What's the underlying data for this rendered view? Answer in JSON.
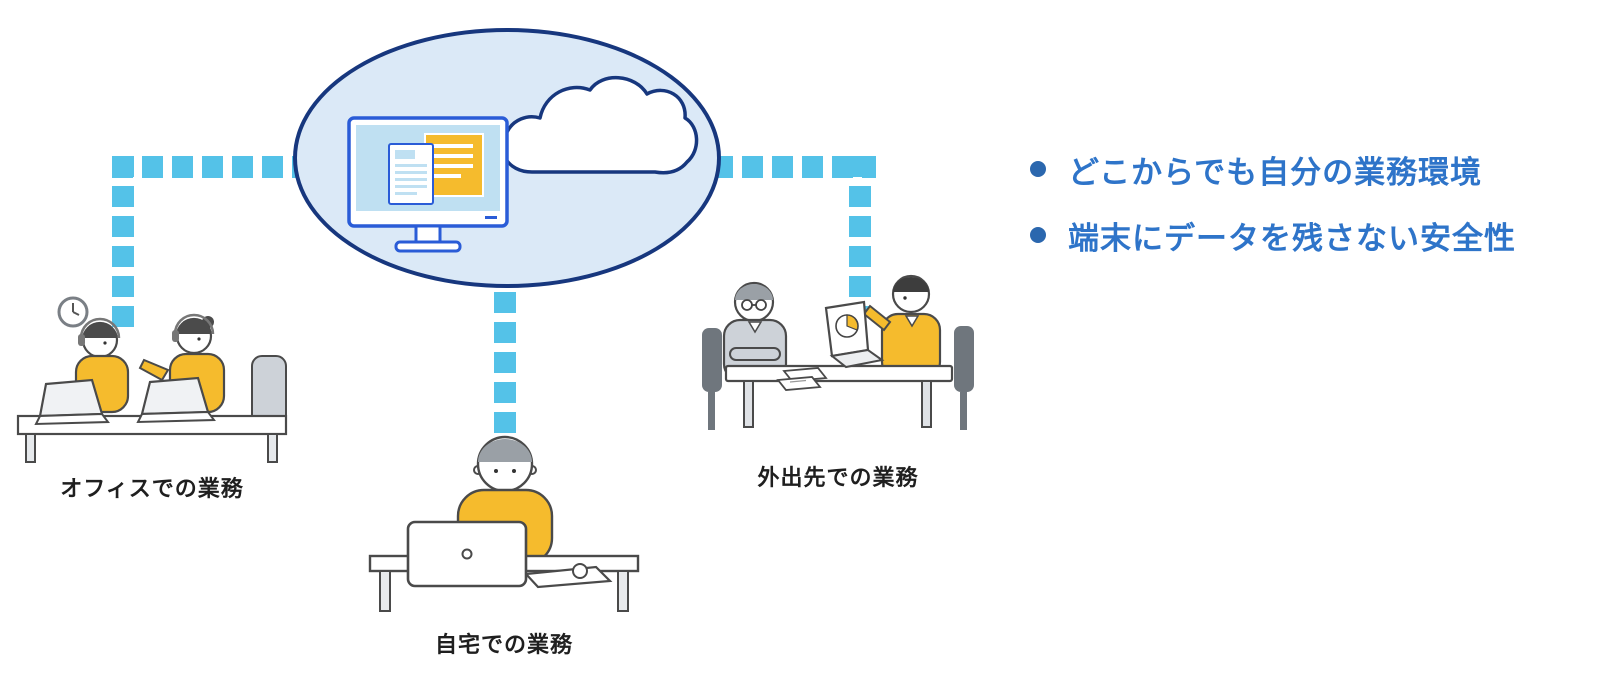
{
  "diagram": {
    "bullets": [
      {
        "text": "どこからでも自分の業務環境"
      },
      {
        "text": "端末にデータを残さない安全性"
      }
    ],
    "scenes": {
      "office": {
        "label": "オフィスでの業務"
      },
      "home": {
        "label": "自宅での業務"
      },
      "meeting": {
        "label": "外出先での業務"
      }
    }
  },
  "colors": {
    "dash": "#54c2e8",
    "cloud_fill": "#dbe9f7",
    "cloud_border": "#17377e",
    "monitor_blue": "#2a5cd7",
    "screen_blue": "#bfe0f2",
    "accent_yellow": "#f5bb2d",
    "bullet": "#2b67ae",
    "bullet_text": "#2e74c9",
    "label": "#1f1f1f",
    "outline": "#4a4a4a",
    "gray_light": "#cdd2d8",
    "gray_mid": "#9aa0a6",
    "gray_dark": "#6f767d"
  }
}
